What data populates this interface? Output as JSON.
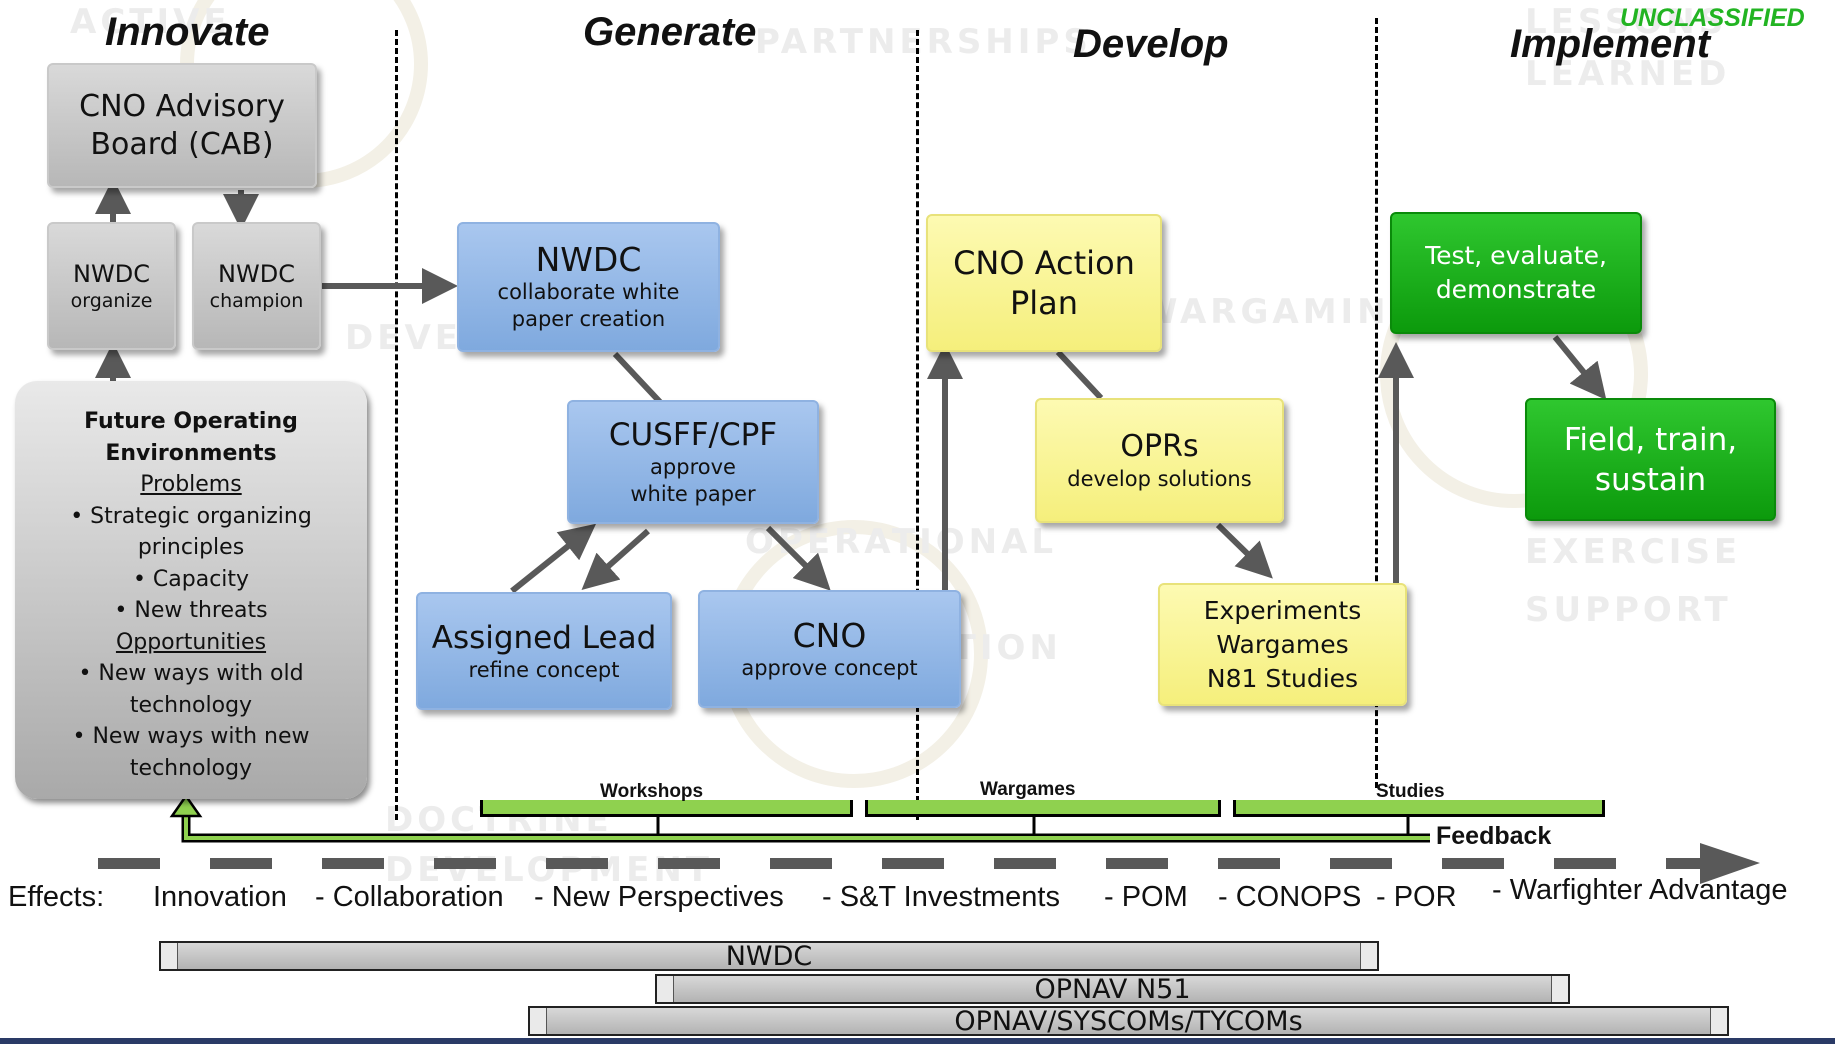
{
  "classification": "UNCLASSIFIED",
  "phases": {
    "innovate": "Innovate",
    "generate": "Generate",
    "develop": "Develop",
    "implement": "Implement"
  },
  "watermarks": [
    "ACTIVE",
    "PARTNERSHIPS",
    "LESSONS",
    "LEARNED",
    "WARGAMING",
    "OPERATIONAL",
    "EXERCISE",
    "SUPPORT",
    "DOCTRINE",
    "DEVELOPMENT",
    "ATION",
    "DEVE"
  ],
  "innovate": {
    "cab": "CNO Advisory Board (CAB)",
    "organize": {
      "title": "NWDC",
      "sub": "organize"
    },
    "champion": {
      "title": "NWDC",
      "sub": "champion"
    },
    "foe": {
      "title": "Future Operating Environments",
      "problems_heading": "Problems",
      "problems": [
        "• Strategic organizing principles",
        "• Capacity",
        "• New threats"
      ],
      "opportunities_heading": "Opportunities",
      "opportunities": [
        "• New ways with old technology",
        "• New ways with new technology"
      ]
    }
  },
  "generate": {
    "nwdc": {
      "title": "NWDC",
      "sub": "collaborate white paper creation"
    },
    "cusff": {
      "title": "CUSFF/CPF",
      "sub": "approve white paper"
    },
    "lead": {
      "title": "Assigned Lead",
      "sub": "refine concept"
    },
    "cno": {
      "title": "CNO",
      "sub": "approve concept"
    }
  },
  "develop": {
    "action_plan": "CNO Action Plan",
    "oprs": {
      "title": "OPRs",
      "sub": "develop solutions"
    },
    "experiments": [
      "Experiments",
      "Wargames",
      "N81 Studies"
    ]
  },
  "implement": {
    "test": "Test, evaluate, demonstrate",
    "field": "Field, train, sustain"
  },
  "bands": [
    "Workshops",
    "Wargames",
    "Studies"
  ],
  "feedback": "Feedback",
  "effects": {
    "label": "Effects:",
    "items": [
      "Innovation",
      "- Collaboration",
      "- New Perspectives",
      "- S&T Investments",
      "- POM",
      "- CONOPS",
      "- POR",
      "- Warfighter Advantage"
    ]
  },
  "orgs": [
    "NWDC",
    "OPNAV N51",
    "OPNAV/SYSCOMs/TYCOMs"
  ],
  "colors": {
    "gray_box": "#c4c4c4",
    "blue_box": "#8fb4e4",
    "yellow_box": "#fbf59a",
    "green_box": "#1bb01b",
    "band_green": "#8fd14f",
    "classification_green": "#22b422",
    "arrow_gray": "#595959"
  }
}
